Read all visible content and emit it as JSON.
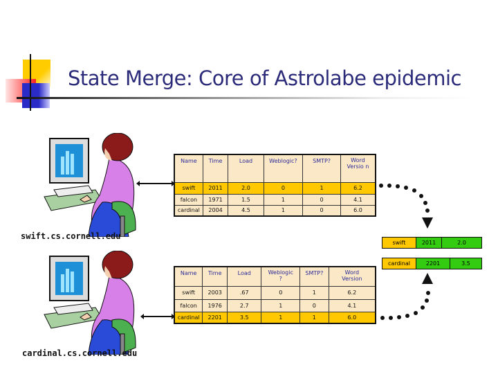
{
  "title": "State Merge: Core of Astrolabe epidemic",
  "colors": {
    "title": "#2b2b7a",
    "table_bg": "#fbe8c6",
    "highlight": "#ffc800",
    "merged_value": "#33cc11"
  },
  "hosts": [
    {
      "label": "swift.cs.cornell.edu",
      "icon": "person-at-computer-icon"
    },
    {
      "label": "cardinal.cs.cornell.edu",
      "icon": "person-at-computer-icon"
    }
  ],
  "tables": {
    "swift": {
      "headers": [
        "Name",
        "Time",
        "Load",
        "Weblogic?",
        "SMTP?",
        "Word Versio n"
      ],
      "rows": [
        [
          "swift",
          "2011",
          "2.0",
          "0",
          "1",
          "6.2"
        ],
        [
          "falcon",
          "1971",
          "1.5",
          "1",
          "0",
          "4.1"
        ],
        [
          "cardinal",
          "2004",
          "4.5",
          "1",
          "0",
          "6.0"
        ]
      ],
      "highlighted_row": 0
    },
    "cardinal": {
      "headers": [
        "Name",
        "Time",
        "Load",
        "Weblogic ?",
        "SMTP?",
        "Word Version"
      ],
      "rows": [
        [
          "swift",
          "2003",
          ".67",
          "0",
          "1",
          "6.2"
        ],
        [
          "falcon",
          "1976",
          "2.7",
          "1",
          "0",
          "4.1"
        ],
        [
          "cardinal",
          "2201",
          "3.5",
          "1",
          "1",
          "6.0"
        ]
      ],
      "highlighted_row": 2
    }
  },
  "merged": [
    [
      "swift",
      "2011",
      "2.0"
    ],
    [
      "cardinal",
      "2201",
      "3.5"
    ]
  ]
}
